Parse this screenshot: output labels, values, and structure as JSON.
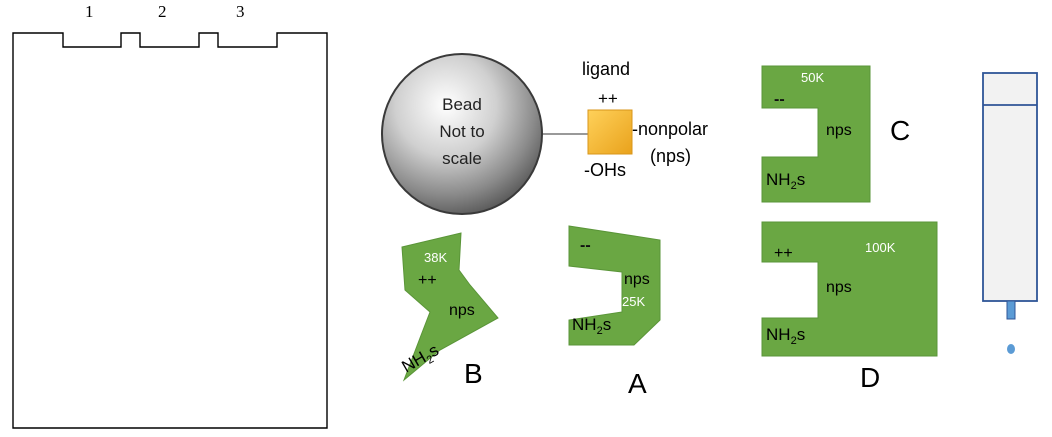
{
  "gel": {
    "lane_labels": [
      "1",
      "2",
      "3"
    ]
  },
  "bead": {
    "label_lines": [
      "Bead",
      "Not to",
      "scale"
    ]
  },
  "ligand": {
    "title": "ligand",
    "top": "++",
    "right": "-nonpolar",
    "right2": "(nps)",
    "bottom": "-OHs"
  },
  "proteins": {
    "A": {
      "letter": "A",
      "charge": "--",
      "nps": "nps",
      "mass": "25K",
      "amine": "NH",
      "amine_sub": "2",
      "amine_suffix": "s"
    },
    "B": {
      "letter": "B",
      "charge": "++",
      "nps": "nps",
      "mass": "38K",
      "amine": "NH",
      "amine_sub": "2",
      "amine_suffix": "s"
    },
    "C": {
      "letter": "C",
      "charge": "--",
      "nps": "nps",
      "mass": "50K",
      "amine": "NH",
      "amine_sub": "2",
      "amine_suffix": "s"
    },
    "D": {
      "letter": "D",
      "charge": "++",
      "nps": "nps",
      "mass": "100K",
      "amine": "NH",
      "amine_sub": "2",
      "amine_suffix": "s"
    }
  },
  "colors": {
    "protein_fill": "#6aa743",
    "protein_stroke": "#5a9538",
    "ligand_fill": "#f5b82e",
    "column_stroke": "#2f5597",
    "column_fill": "#f2f2f2"
  }
}
